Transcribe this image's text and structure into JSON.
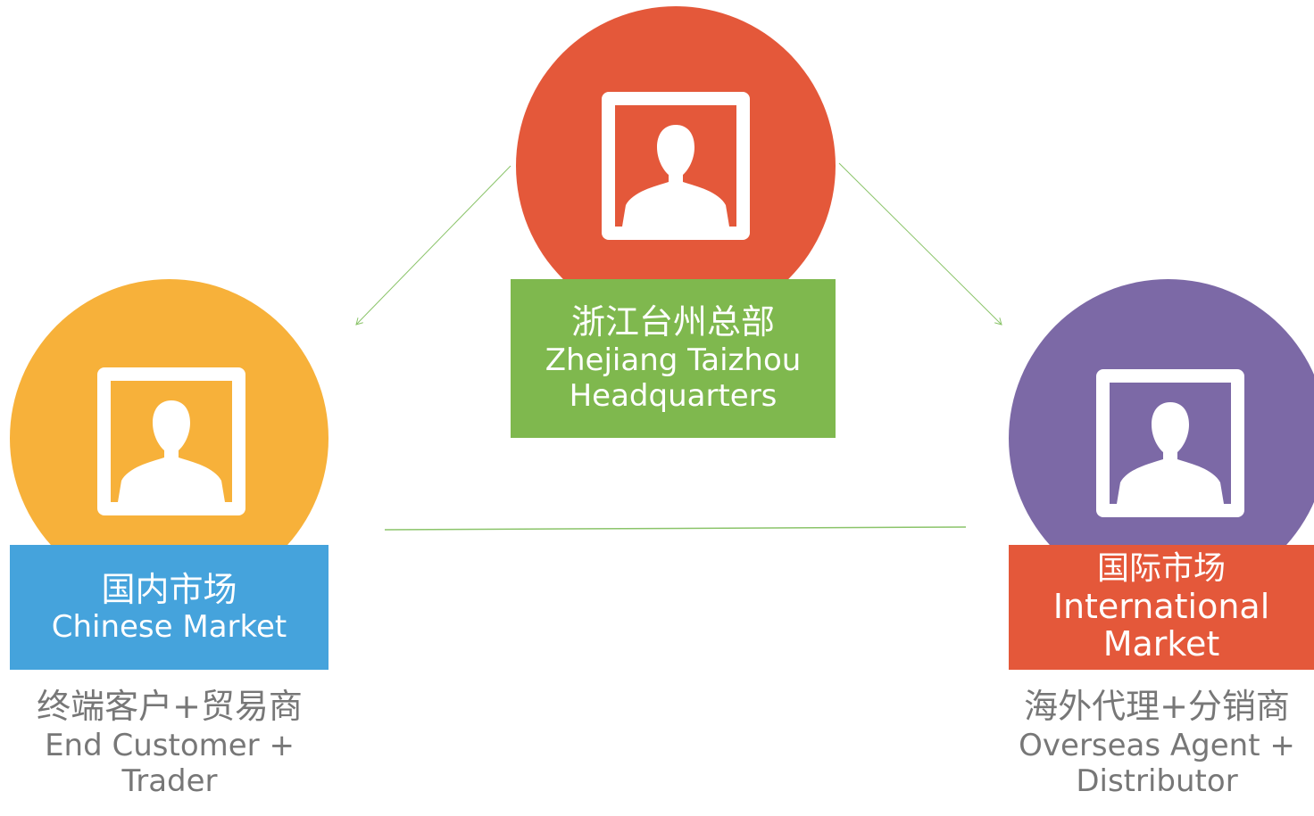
{
  "nodes": {
    "headquarters": {
      "label_cn": "浙江台州总部",
      "label_en_1": "Zhejiang Taizhou",
      "label_en_2": "Headquarters",
      "circle_color": "#E4583A",
      "label_color": "#7FB84E",
      "icon": "person-portrait-icon"
    },
    "chinese_market": {
      "label_cn": "国内市场",
      "label_en": "Chinese Market",
      "desc_cn": "终端客户+贸易商",
      "desc_en_1": "End Customer +",
      "desc_en_2": "Trader",
      "circle_color": "#F7B13A",
      "label_color": "#45A3DC",
      "icon": "person-portrait-icon"
    },
    "international_market": {
      "label_cn": "国际市场",
      "label_en_1": "International",
      "label_en_2": "Market",
      "desc_cn": "海外代理+分销商",
      "desc_en_1": "Overseas Agent +",
      "desc_en_2": "Distributor",
      "circle_color": "#7C69A6",
      "label_color": "#E4583A",
      "icon": "person-portrait-icon"
    }
  },
  "connector_color": "#8BC46A"
}
